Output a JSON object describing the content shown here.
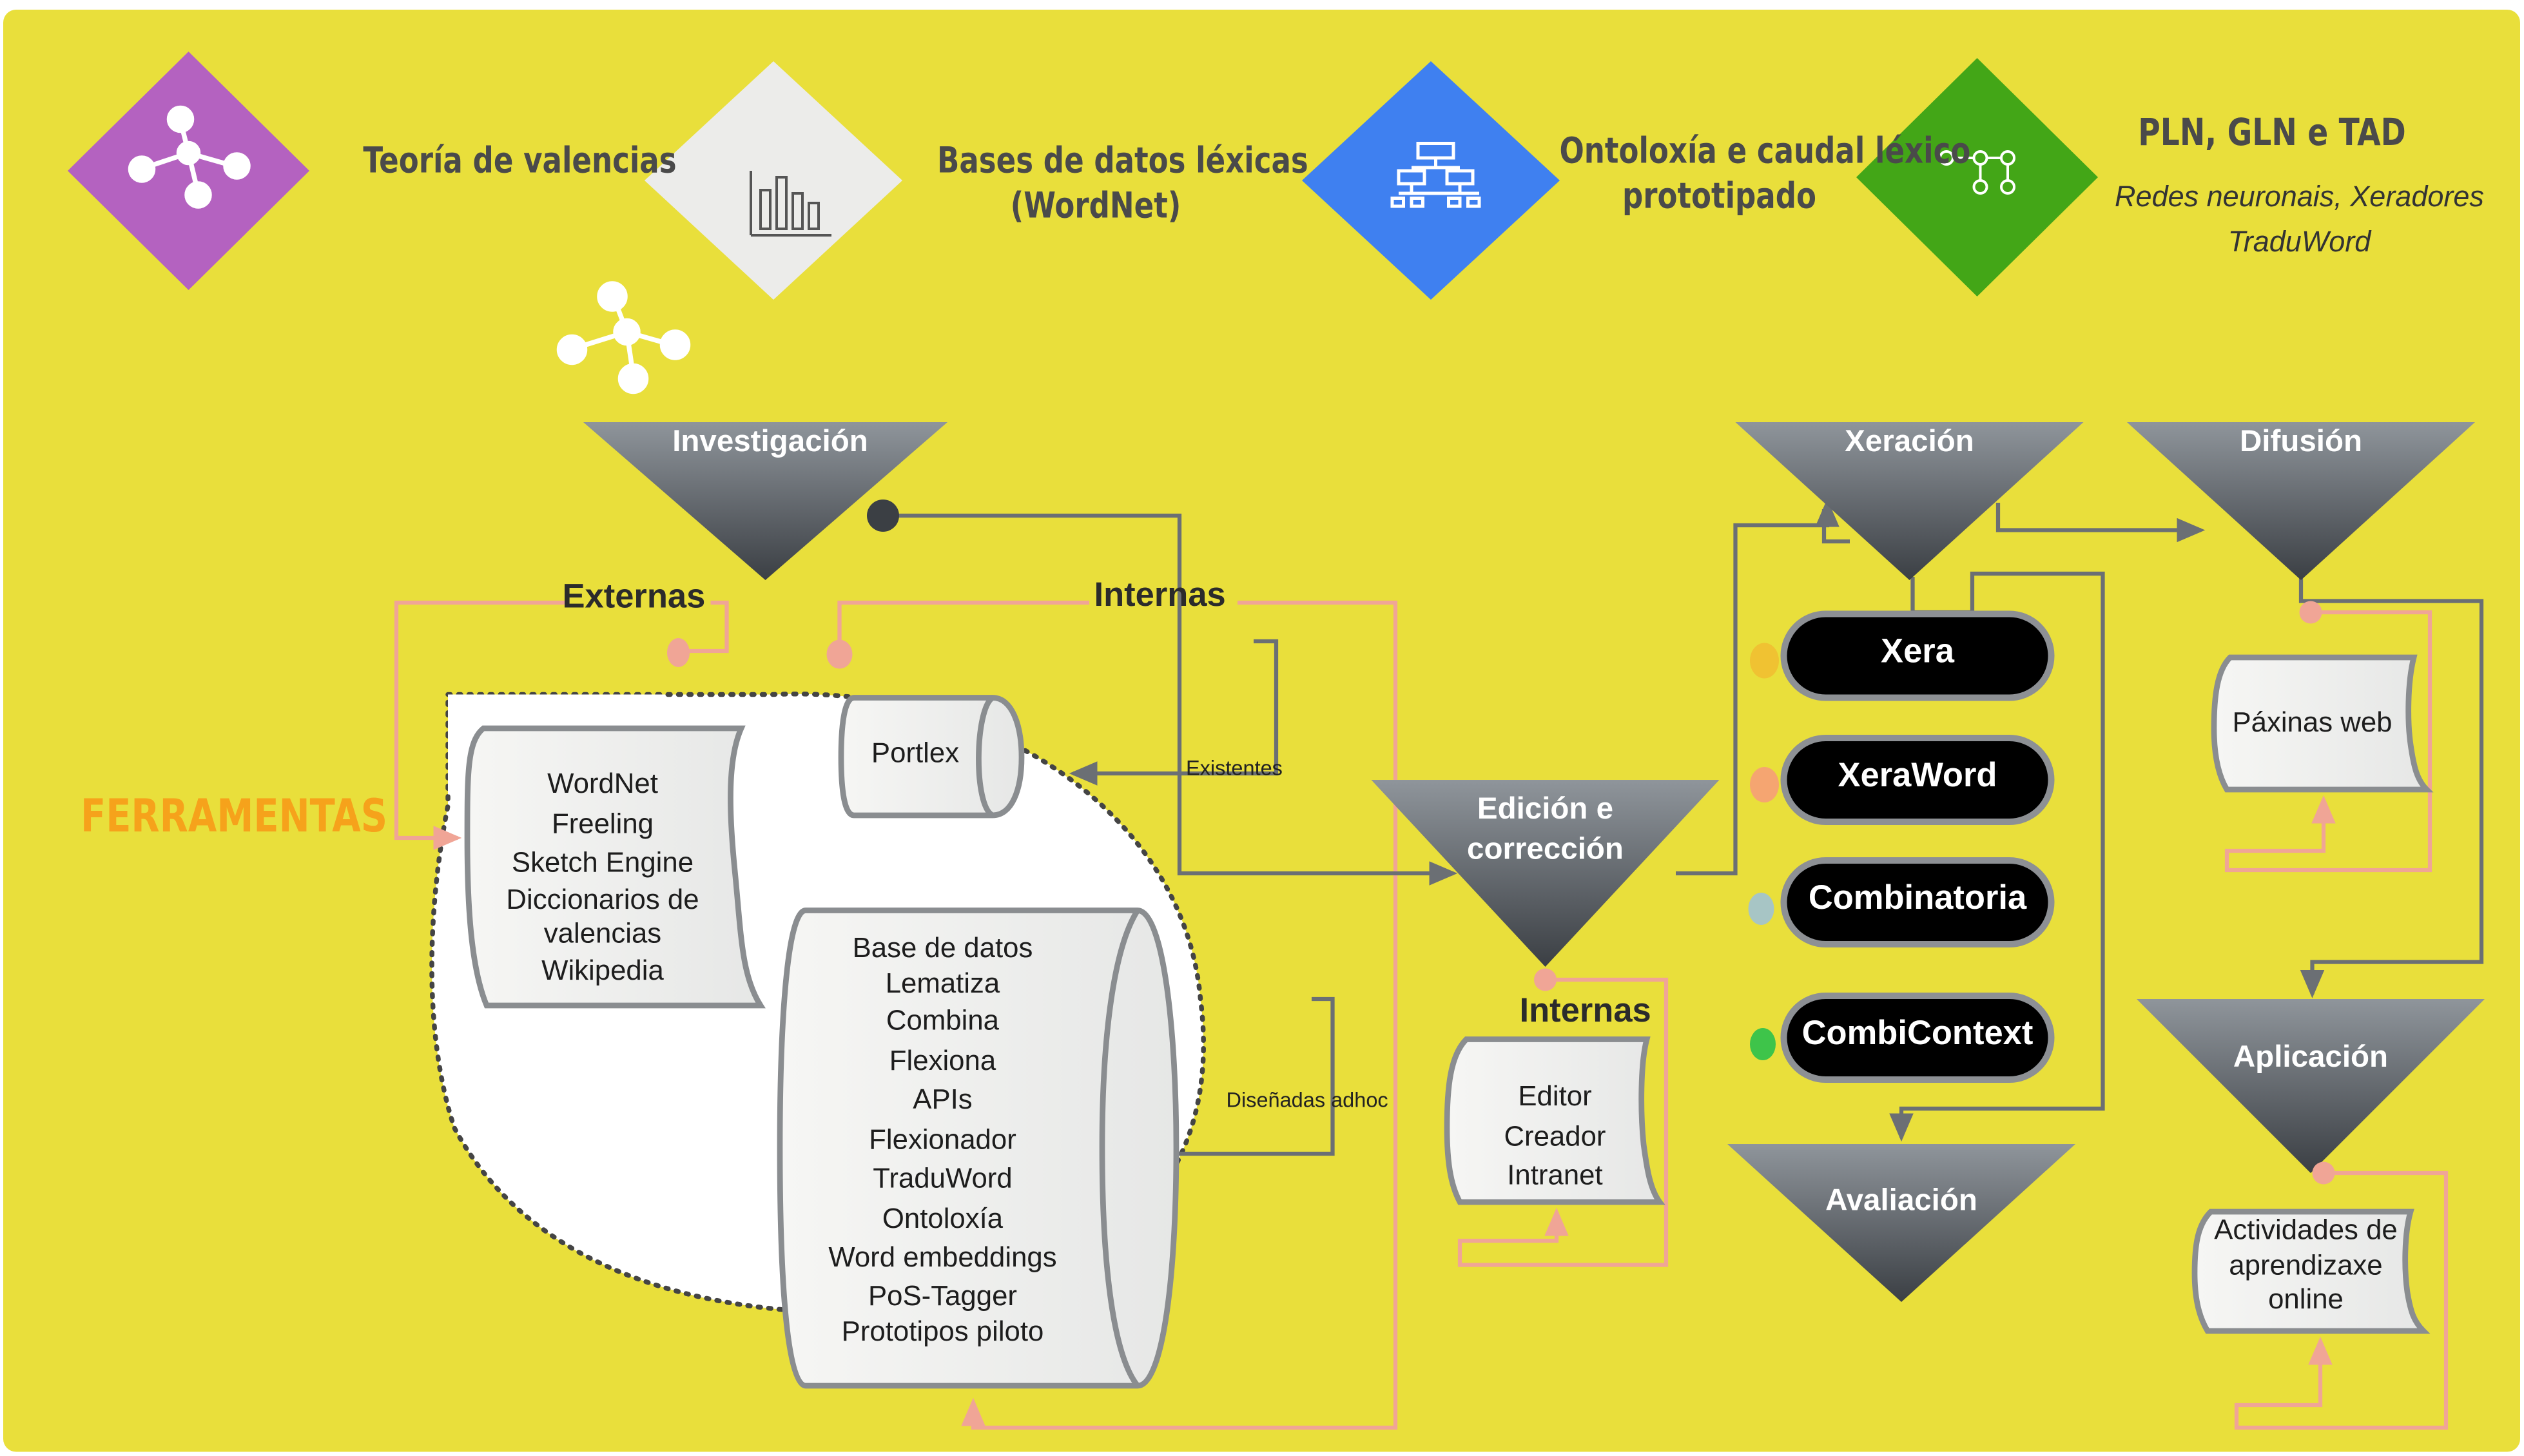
{
  "header": {
    "items": [
      {
        "icon": "network-icon",
        "color": "#b462c0",
        "title": "Teoría de valencias",
        "lines": []
      },
      {
        "icon": "bar-chart-icon",
        "color": "#ececea",
        "title": "Bases de datos léxicas",
        "lines": [
          "(WordNet)"
        ]
      },
      {
        "icon": "hierarchy-icon",
        "color": "#3f80f0",
        "title": "Ontoloxía e caudal léxico",
        "lines": [
          "prototipado"
        ]
      },
      {
        "icon": "flow-icon",
        "color": "#43a617",
        "title": "PLN, GLN e TAD",
        "lines": [
          "Redes neuronais, Xeradores",
          "TraduWord"
        ]
      }
    ]
  },
  "side_label": "FERRAMENTAS",
  "funnels": {
    "investigacion": "Investigación",
    "xeracion": "Xeración",
    "difusion": "Difusión",
    "edicion": [
      "Edición e",
      "corrección"
    ],
    "aplicacion": "Aplicación",
    "avaliacion": "Avaliación"
  },
  "groups": {
    "externas": "Externas",
    "internas_top": "Internas",
    "internas_edicion": "Internas"
  },
  "connector_labels": {
    "existentes": "Existentes",
    "disenadas": "Diseñadas adhoc"
  },
  "scrolls": {
    "externas": [
      "WordNet",
      "Freeling",
      "Sketch Engine",
      "Diccionarios de",
      "valencias",
      "Wikipedia"
    ],
    "portlex": [
      "Portlex"
    ],
    "internas": [
      "Base de datos",
      "Lematiza",
      "Combina",
      "Flexiona",
      "APIs",
      "Flexionador",
      "TraduWord",
      "Ontoloxía",
      "Word embeddings",
      "PoS-Tagger",
      "Prototipos piloto"
    ],
    "edicion": [
      "Editor",
      "Creador",
      "Intranet"
    ],
    "paxinas": [
      "Páxinas web"
    ],
    "actividades": [
      "Actividades de",
      "aprendizaxe",
      "online"
    ]
  },
  "pills": [
    {
      "label": "Xera",
      "dot": "#f0c232"
    },
    {
      "label": "XeraWord",
      "dot": "#f5a571"
    },
    {
      "label": "Combinatoria",
      "dot": "#a7c5c5"
    },
    {
      "label": "CombiContext",
      "dot": "#3ec44a"
    }
  ]
}
